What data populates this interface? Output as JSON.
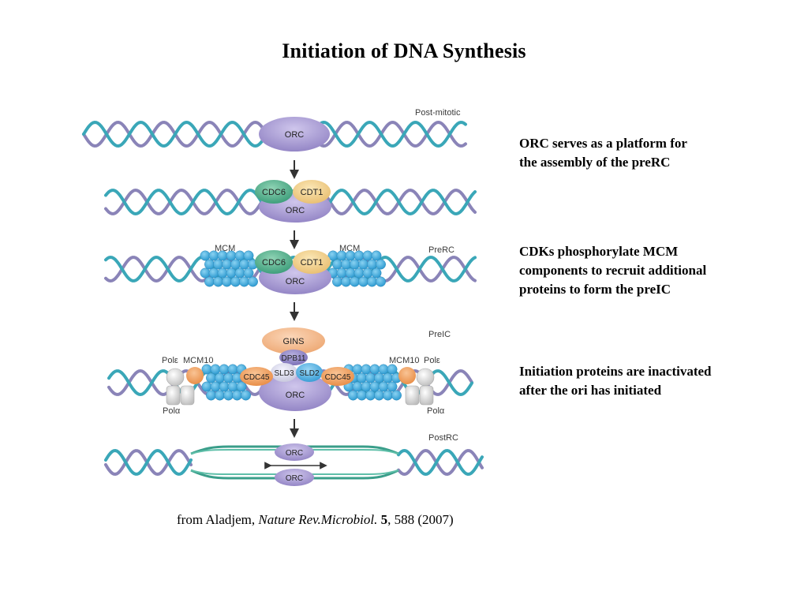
{
  "title": "Initiation of DNA Synthesis",
  "stage_labels": {
    "post_mitotic": "Post-mitotic",
    "prerc": "PreRC",
    "preic": "PreIC",
    "postrc": "PostRC"
  },
  "proteins": {
    "orc": "ORC",
    "cdc6": "CDC6",
    "cdt1": "CDT1",
    "mcm": "MCM",
    "gins": "GINS",
    "dpb11": "DPB11",
    "sld3": "SLD3",
    "sld2": "SLD2",
    "cdc45": "CDC45",
    "mcm10": "MCM10",
    "pol_epsilon": "Polε",
    "pol_alpha": "Polα"
  },
  "notes": [
    "ORC serves as a platform for\nthe assembly of the preRC",
    "CDKs phosphorylate MCM\ncomponents to recruit additional\nproteins to form the preIC",
    "Initiation proteins are inactivated\nafter the ori has initiated"
  ],
  "citation": {
    "prefix": "from Aladjem, ",
    "journal": "Nature Rev.Microbiol.",
    "volume": "5",
    "rest": ", 588 (2007)"
  },
  "colors": {
    "strand_teal": "#3aa7b8",
    "strand_purple": "#8a84b8",
    "orc": "#a99bd1",
    "cdc6": "#4fb08c",
    "cdt1": "#f2d28a",
    "mcm": "#46aee0",
    "gins": "#f3b98e",
    "cdc45": "#ef9f5e",
    "pol": "#d9d9d9",
    "postrc_strand": "#3a9e8a"
  }
}
